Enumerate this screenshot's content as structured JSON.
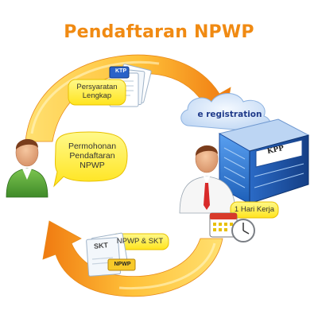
{
  "title": "Pendaftaran NPWP",
  "colors": {
    "title": "#f08a12",
    "arrow_light": "#ffd35a",
    "arrow_dark": "#f07a10",
    "bubble": "#fff04a",
    "building_blue": "#2f78d6",
    "cloud": "#d4e6fb",
    "shirt_green": "#5aa83a",
    "shirt_white": "#f6f6f6"
  },
  "steps": {
    "requirements": "Persyaratan\nLengkap",
    "application": "Permohonan\nPendaftaran\nNPWP",
    "eregistration": "e registration",
    "one_day": "1 Hari Kerja",
    "result": "NPWP & SKT"
  },
  "documents": {
    "ktp_tag": "KTP",
    "skt_title": "SKT",
    "npwp_tag": "NPWP",
    "building_sign": "KPP"
  },
  "icons": {
    "applicant": "person-green-shirt-icon",
    "officer": "person-white-shirt-tie-icon",
    "office": "tax-office-building-icon",
    "cloud": "cloud-icon",
    "calendar": "calendar-icon",
    "clock": "clock-icon",
    "documents": "document-stack-icon"
  }
}
